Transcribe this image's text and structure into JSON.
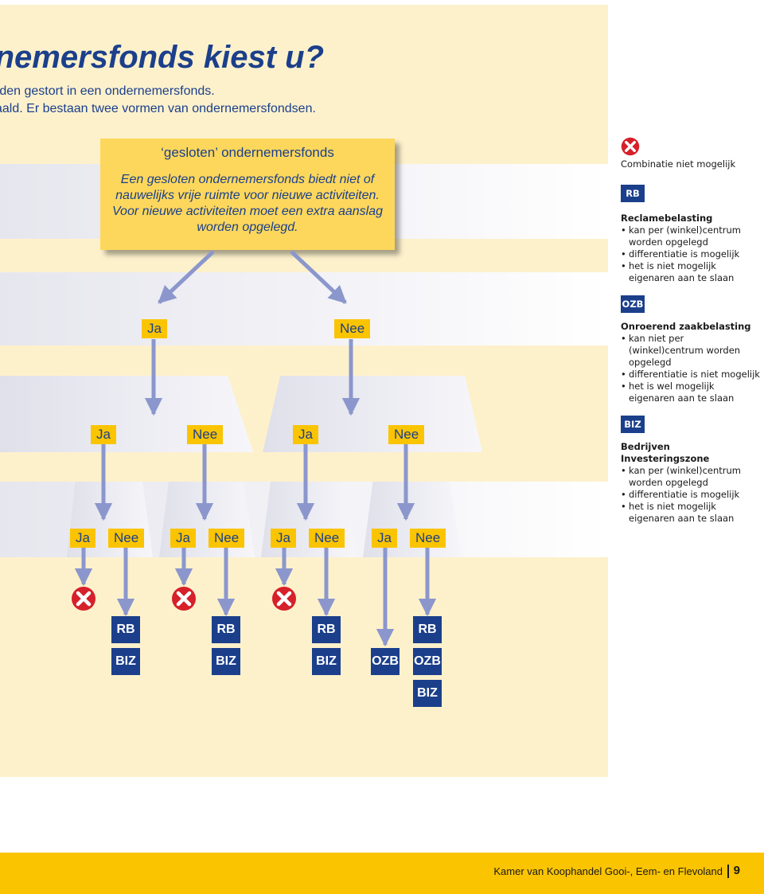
{
  "header": {
    "title": "rnemersfonds kiest u?",
    "intro_line1": "rden gestort in een ondernemersfonds.",
    "intro_line2": "aald. Er bestaan twee vormen van ondernemersfondsen."
  },
  "callout": {
    "title": "‘gesloten’ ondernemersfonds",
    "body": "Een gesloten ondernemersfonds biedt niet of nauwelijks vrije ruimte voor nieuwe activiteiten. Voor nieuwe activiteiten moet een extra aanslag worden opgelegd."
  },
  "tree": {
    "level1": [
      "Ja",
      "Nee"
    ],
    "level2": [
      "Ja",
      "Nee",
      "Ja",
      "Nee"
    ],
    "level3": [
      "Ja",
      "Nee",
      "Ja",
      "Nee",
      "Ja",
      "Nee",
      "Ja",
      "Nee"
    ],
    "outcome_codes": [
      "RB",
      "BIZ",
      "RB",
      "BIZ",
      "RB",
      "BIZ",
      "OZB",
      "RB",
      "OZB",
      "BIZ"
    ],
    "not_possible_icon": "x-circle-icon"
  },
  "legend": {
    "not_possible": "Combinatie niet mogelijk",
    "items": [
      {
        "code": "RB",
        "title": "Reclamebelasting",
        "bullets": [
          "kan per (winkel)centrum worden opgelegd",
          "differentiatie is mogelijk",
          "het is niet mogelijk eigenaren aan te slaan"
        ]
      },
      {
        "code": "OZB",
        "title": "Onroerend zaakbelasting",
        "bullets": [
          "kan niet per (winkel)centrum worden opgelegd",
          "differentiatie is niet mogelijk",
          "het is wel mogelijk eigenaren aan te slaan"
        ]
      },
      {
        "code": "BIZ",
        "title": "Bedrijven Investeringszone",
        "bullets": [
          "kan per (winkel)centrum worden opgelegd",
          "differentiatie is mogelijk",
          "het is niet mogelijk eigenaren aan te slaan"
        ]
      }
    ]
  },
  "footer": {
    "text": "Kamer van Koophandel Gooi-, Eem- en Flevoland",
    "page": "9"
  },
  "colors": {
    "navy": "#1b3f8b",
    "yellow": "#fbc400",
    "cream": "#fdf1cc",
    "arrow": "#8b97cc",
    "red": "#d6202a"
  }
}
